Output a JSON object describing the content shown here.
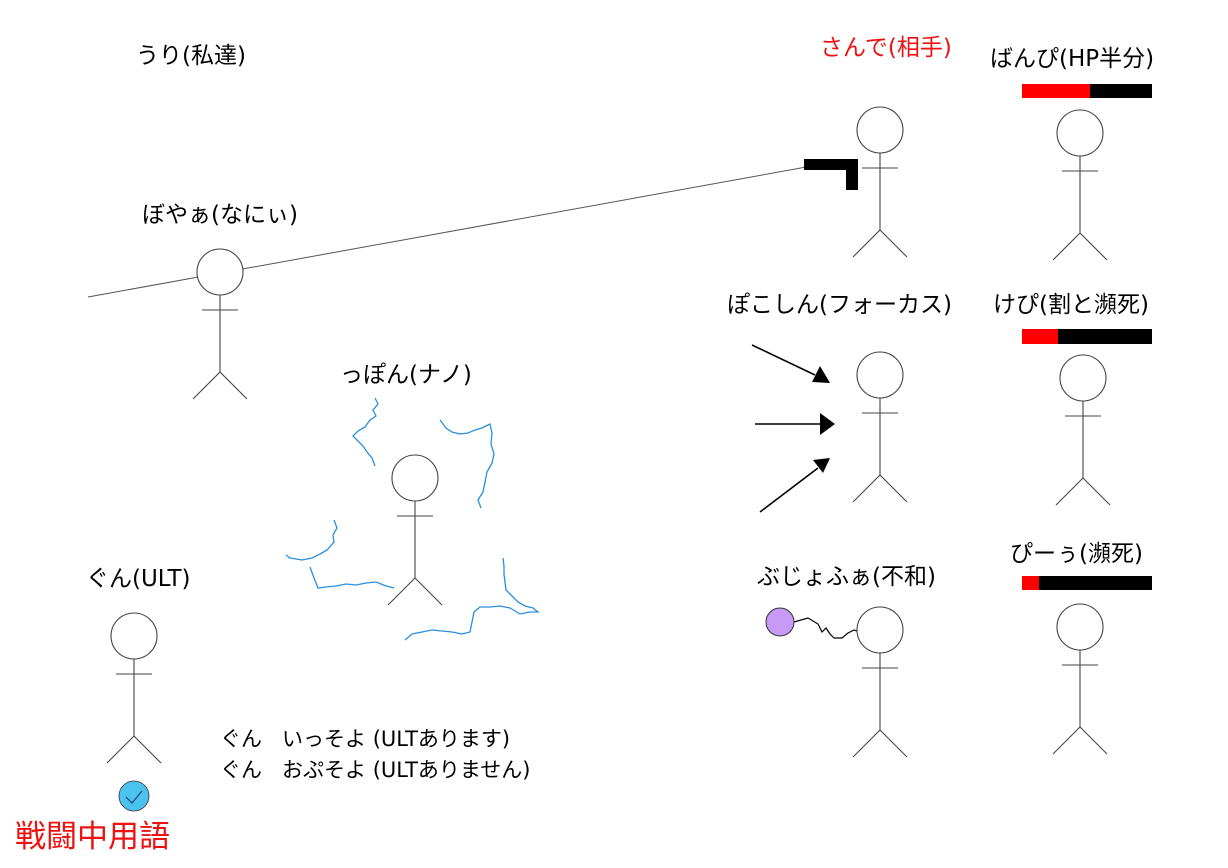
{
  "labels": {
    "uri": "うり(私達)",
    "sande": "さんで(相手)",
    "banpi": "ばんぴ(HP半分)",
    "boya": "ぼやぁ(なにぃ)",
    "pokoshin": "ぽこしん(フォーカス)",
    "kepi": "けぴ(割と瀕死)",
    "ppon": "っぽん(ナノ)",
    "bujofua": "ぶじょふぁ(不和)",
    "piiu": "ぴーぅ(瀕死)",
    "gun": "ぐん(ULT)"
  },
  "phrases": [
    {
      "speaker": "ぐん",
      "text": "いっそよ (ULTあります)"
    },
    {
      "speaker": "ぐん",
      "text": "おぷそよ (ULTありません)"
    }
  ],
  "title": "戦闘中用語",
  "hp_levels": {
    "banpi": 0.52,
    "kepi": 0.28,
    "piiu": 0.13
  },
  "colors": {
    "accent_red": "#ee1111",
    "hp_red": "#ff0000",
    "hp_bg": "#000000",
    "nano_blue": "#2a8fdc",
    "discord_purple": "#c99af5",
    "check_blue": "#4cc3ee"
  },
  "icons": [
    "gun-icon",
    "arrow-icon",
    "nano-lightning-icon",
    "discord-orb-icon",
    "check-icon"
  ]
}
